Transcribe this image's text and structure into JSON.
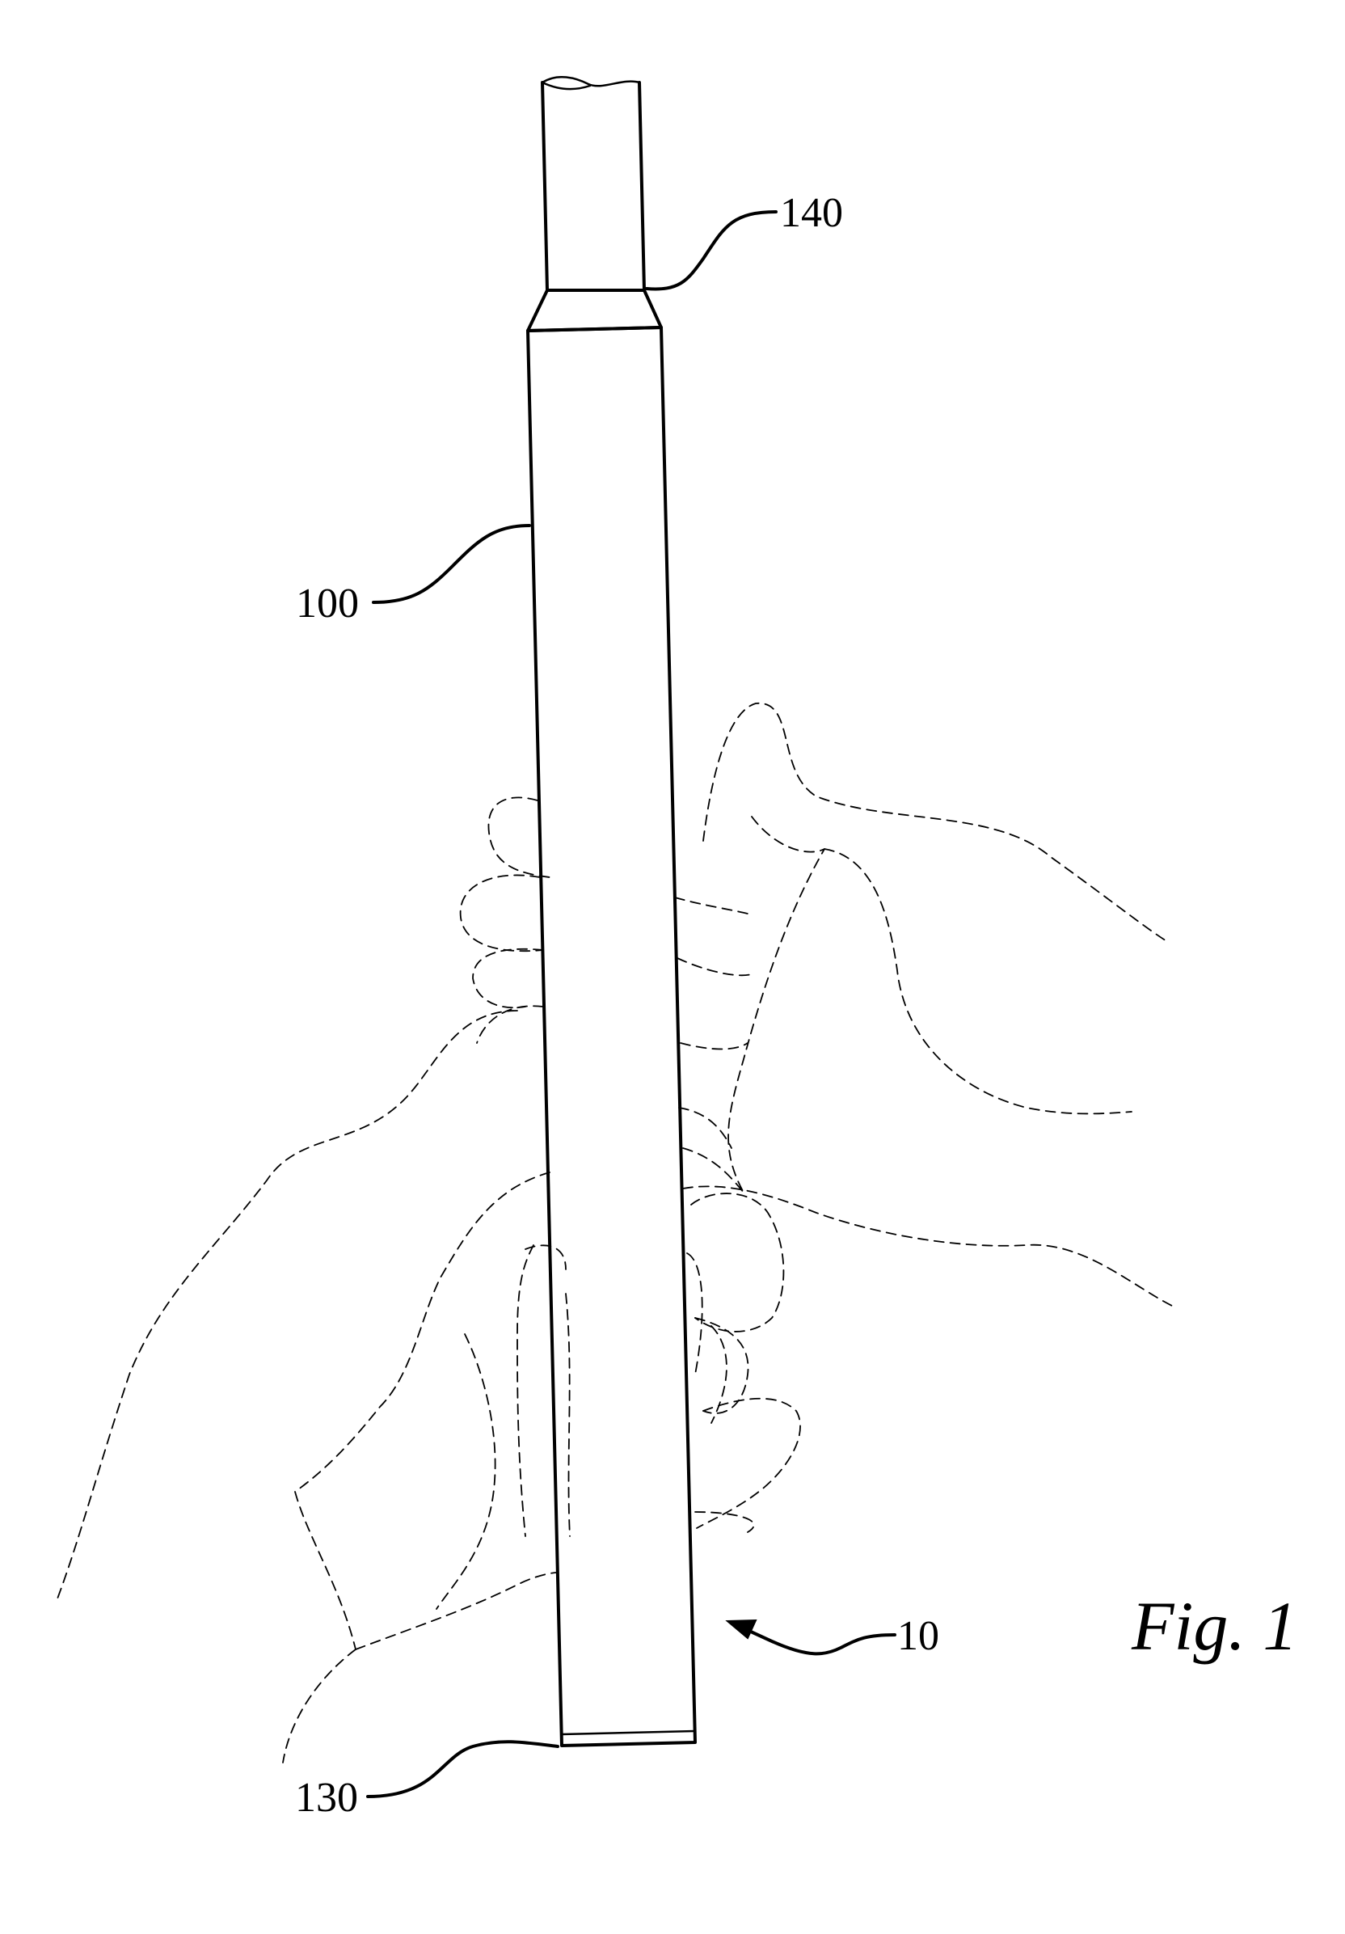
{
  "figure": {
    "label": "Fig. 1",
    "reference_numerals": {
      "device": "10",
      "body": "100",
      "bottom_end": "130",
      "top_end": "140"
    }
  }
}
